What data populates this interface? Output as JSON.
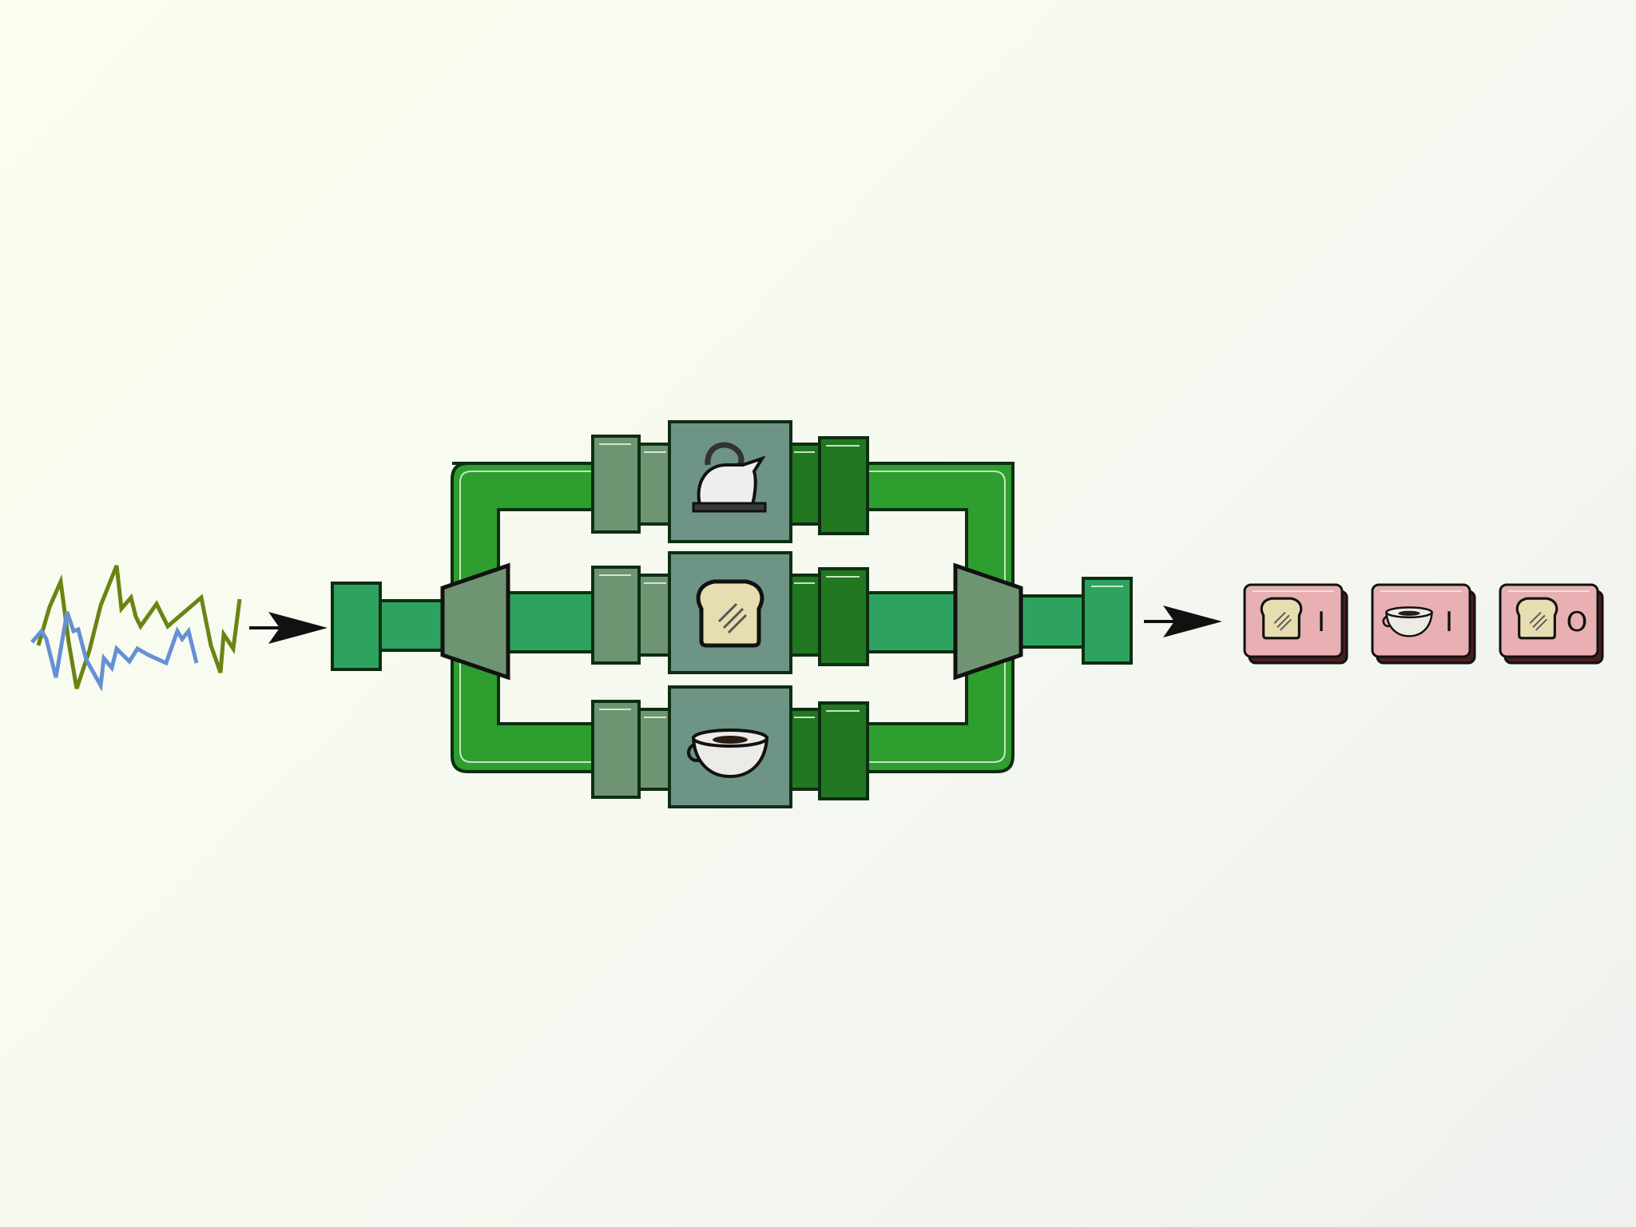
{
  "colors": {
    "pipe_green": "#2e9e2e",
    "pipe_teal": "#2ea35f",
    "module_gray_green": "#6f9472",
    "module_panel": "#6e9486",
    "module_dark_green": "#217821",
    "output_card": "#e8b0b2",
    "signal_olive": "#6a8412",
    "signal_blue": "#6690d4"
  },
  "diagram": {
    "input_signal": {
      "series": [
        "olive-wave",
        "blue-wave"
      ]
    },
    "branches": [
      {
        "icon": "kettle-icon"
      },
      {
        "icon": "bread-icon"
      },
      {
        "icon": "teacup-icon"
      }
    ],
    "outputs": [
      {
        "icon": "bread-icon",
        "label": "I"
      },
      {
        "icon": "teacup-icon",
        "label": "I"
      },
      {
        "icon": "bread-icon",
        "label": "O"
      }
    ]
  }
}
